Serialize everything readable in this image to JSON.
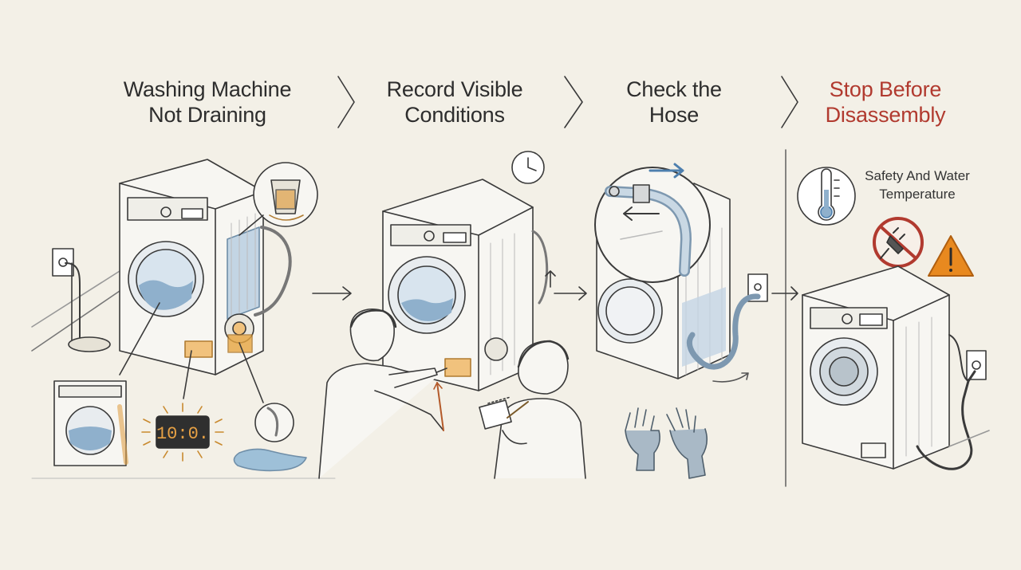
{
  "steps": [
    {
      "title_line1": "Washing Machine",
      "title_line2": "Not Draining"
    },
    {
      "title_line1": "Record Visible",
      "title_line2": "Conditions"
    },
    {
      "title_line1": "Check the",
      "title_line2": "Hose"
    },
    {
      "title_line1": "Stop Before",
      "title_line2": "Disassembly"
    }
  ],
  "safety_label": {
    "line1": "Safety And Water",
    "line2": "Temperature"
  },
  "display_readout": "10:0.",
  "colors": {
    "background": "#f3f0e7",
    "ink": "#3a3a3a",
    "water": "#8fb0cc",
    "accent_orange": "#e0a24a",
    "warning_red": "#b13a2f",
    "warning_orange": "#e8891f"
  },
  "icons": [
    "chevron-right-icon",
    "arrow-right-icon",
    "clock-icon",
    "thermometer-icon",
    "no-plug-icon",
    "warning-triangle-icon",
    "gloves-icon"
  ]
}
